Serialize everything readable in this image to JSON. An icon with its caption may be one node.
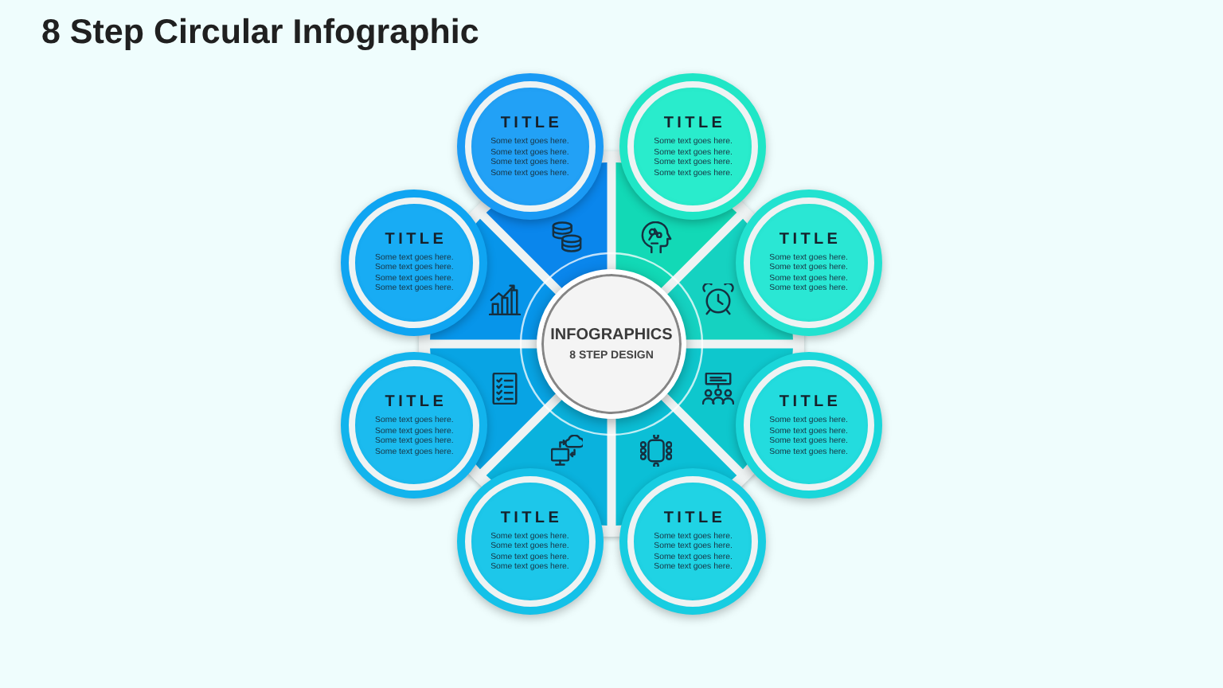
{
  "diagram": {
    "title": "8 Step Circular Infographic",
    "nodes": [
      {
        "text": [
          "INFOGRAPHICS",
          "8 STEP DESIGN"
        ]
      },
      {
        "text": [
          "TITLE",
          "Some text goes here. Some text goes here. Some text goes here. Some text goes here."
        ]
      },
      {
        "text": [
          "TITLE",
          "Some text goes here. Some text goes here. Some text goes here. Some text goes here."
        ]
      },
      {
        "text": [
          "TITLE",
          "Some text goes here. Some text goes here. Some text goes here. Some text goes here."
        ]
      },
      {
        "text": [
          "TITLE",
          "Some text goes here. Some text goes here. Some text goes here. Some text goes here."
        ]
      },
      {
        "text": [
          "TITLE",
          "Some text goes here. Some text goes here. Some text goes here. Some text goes here."
        ]
      },
      {
        "text": [
          "TITLE",
          "Some text goes here. Some text goes here. Some text goes here. Some text goes here."
        ]
      },
      {
        "text": [
          "TITLE",
          "Some text goes here. Some text goes here. Some text goes here. Some text goes here."
        ]
      },
      {
        "text": [
          "TITLE",
          "Some text goes here. Some text goes here. Some text goes here. Some text goes here."
        ]
      }
    ]
  }
}
